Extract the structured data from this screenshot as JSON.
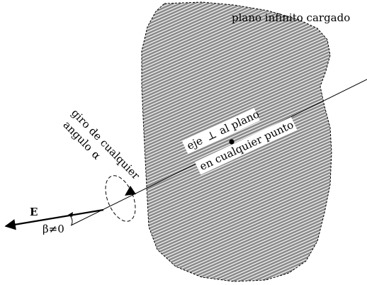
{
  "labels": {
    "plane_title": "plano  infinito  cargado",
    "axis_line1_a": "eje",
    "axis_line1_perp": "⊥",
    "axis_line1_b": "al  plano",
    "axis_line2": "en  cualquier  punto",
    "rotation_line1": "giro  de  cualquier",
    "rotation_line2": "angulo",
    "rotation_alpha": "α",
    "field_vector": "E",
    "angle_beta": "β≠0"
  },
  "colors": {
    "plane_fill": "#8a8a8a",
    "hatch": "#ffffff",
    "ink": "#000000",
    "label_bg": "#ffffff"
  }
}
